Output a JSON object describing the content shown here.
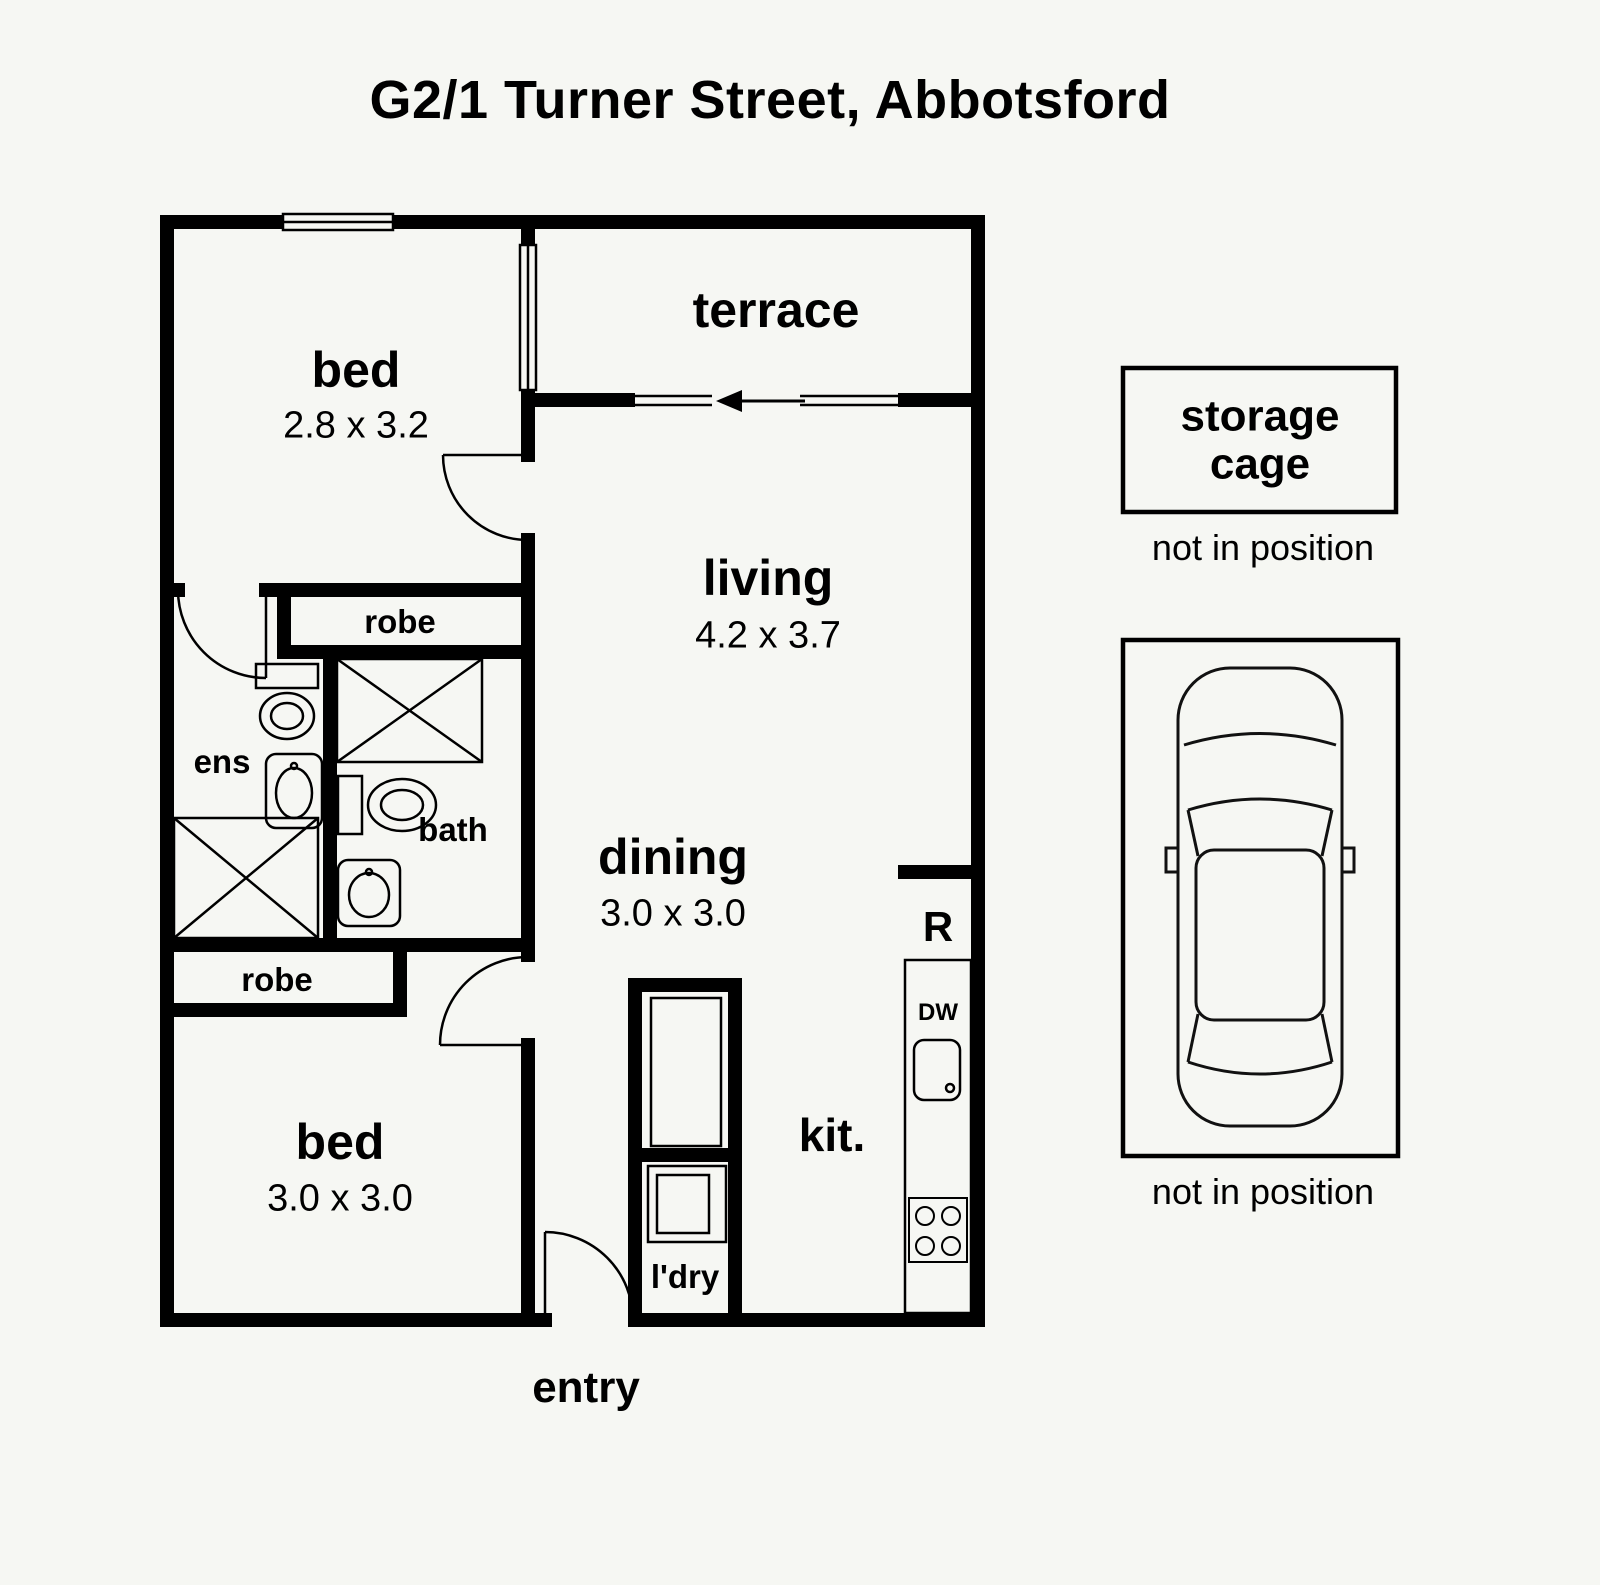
{
  "meta": {
    "title": "G2/1 Turner Street, Abbotsford"
  },
  "colors": {
    "background": "#f6f7f3",
    "line": "#000000",
    "text": "#000000"
  },
  "rooms": {
    "bed1": {
      "name": "bed",
      "dims": "2.8 x 3.2"
    },
    "terrace": {
      "name": "terrace"
    },
    "living": {
      "name": "living",
      "dims": "4.2 x 3.7"
    },
    "robe1": {
      "name": "robe"
    },
    "ens": {
      "name": "ens"
    },
    "bath": {
      "name": "bath"
    },
    "robe2": {
      "name": "robe"
    },
    "dining": {
      "name": "dining",
      "dims": "3.0 x 3.0"
    },
    "bed2": {
      "name": "bed",
      "dims": "3.0 x 3.0"
    },
    "kitchen": {
      "name": "kit."
    },
    "laundry": {
      "name": "l'dry"
    },
    "entry": {
      "name": "entry"
    }
  },
  "appliances": {
    "fridge": "R",
    "dishwasher": "DW"
  },
  "storage_cage": {
    "line1": "storage",
    "line2": "cage",
    "note": "not in position"
  },
  "car_space": {
    "note": "not in position"
  }
}
